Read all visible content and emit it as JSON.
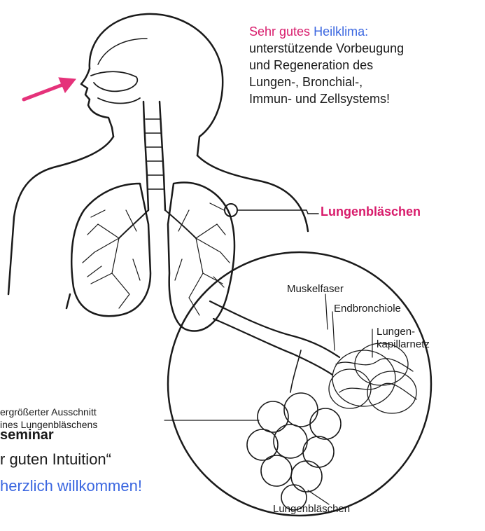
{
  "colors": {
    "accent_magenta": "#d81b6b",
    "accent_blue": "#3a66e0",
    "ink": "#1a1a1a"
  },
  "info_box": {
    "heading_part1": "Sehr gutes",
    "heading_part2": "Heilklima:",
    "lines": [
      "unterstützende Vorbeugung",
      "und Regeneration des",
      "Lungen-, Bronchial-,",
      "Immun- und Zellsystems!"
    ]
  },
  "labels": {
    "alveoli_main": "Lungenbläschen",
    "muscle_fiber": "Muskelfaser",
    "terminal_bronchiole": "Endbronchiole",
    "capillary_line1": "Lungen-",
    "capillary_line2": "kapillarnetz",
    "alveoli_detail": "Lungenbläschen",
    "enlarged_line1": "ergrößerter Ausschnitt",
    "enlarged_line2": "ines Lungenbläschens"
  },
  "bottom_text": {
    "seminar": "seminar",
    "intuition": "r guten Intuition“",
    "welcome": "herzlich willkommen!"
  },
  "icons": {
    "arrow": "arrow-right-icon"
  }
}
